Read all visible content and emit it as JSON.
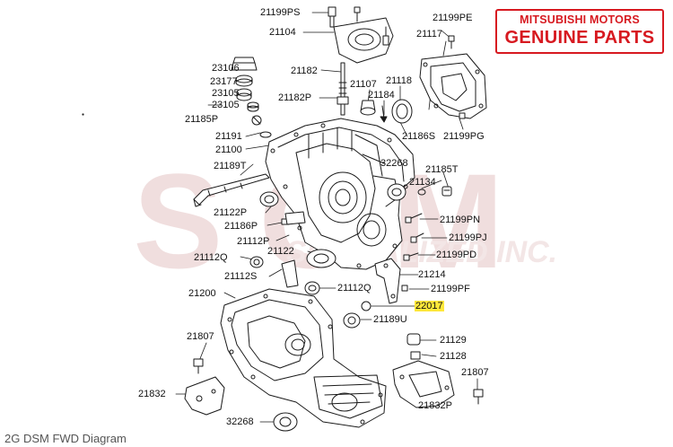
{
  "watermark": {
    "wordmark": "SCM",
    "subline": "SPECIALIZED INC."
  },
  "badge": {
    "line1": "MITSUBISHI MOTORS",
    "line2": "GENUINE PARTS",
    "color": "#d71920"
  },
  "caption": "2G DSM FWD Diagram",
  "highlight_color": "#ffe83a",
  "parts": {
    "p21199ps": "21199PS",
    "p21104": "21104",
    "p21199pe": "21199PE",
    "p21117": "21117",
    "p23106": "23106",
    "p23177": "23177",
    "p23105a": "23105",
    "p23105b": "23105",
    "p21182": "21182",
    "p21182p": "21182P",
    "p21107": "21107",
    "p21118": "21118",
    "p21184": "21184",
    "p21185p": "21185P",
    "p21191": "21191",
    "p21100": "21100",
    "p21186s": "21186S",
    "p21199pg": "21199PG",
    "p21189t": "21189T",
    "p32268a": "32268",
    "p21185t": "21185T",
    "p21134": "21134",
    "p21122p": "21122P",
    "p21186p": "21186P",
    "p21199pn": "21199PN",
    "p21112p": "21112P",
    "p21199pj": "21199PJ",
    "p21122": "21122",
    "p21112q_a": "21112Q",
    "p21199pd": "21199PD",
    "p21112s": "21112S",
    "p21214": "21214",
    "p21112q_b": "21112Q",
    "p21199pf": "21199PF",
    "p21200": "21200",
    "p22017": "22017",
    "p21189u": "21189U",
    "p21807a": "21807",
    "p21129": "21129",
    "p21128": "21128",
    "p21807b": "21807",
    "p21832": "21832",
    "p32268b": "32268",
    "p21832p": "21832P"
  }
}
